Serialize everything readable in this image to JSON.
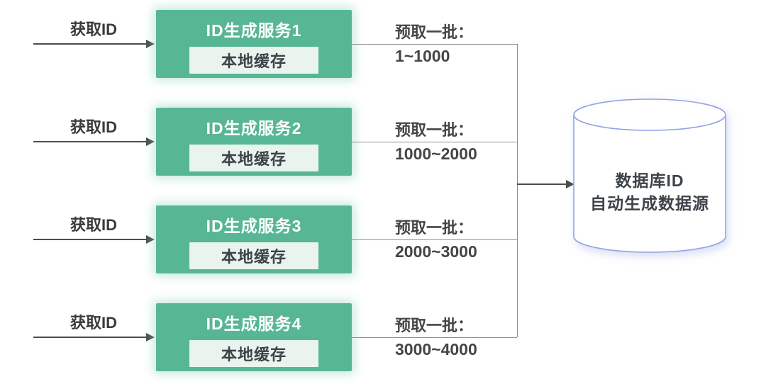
{
  "services": [
    {
      "name": "ID生成服务1",
      "cache_label": "本地缓存",
      "request_label": "获取ID",
      "prefetch_title": "预取一批：",
      "prefetch_range": "1~1000"
    },
    {
      "name": "ID生成服务2",
      "cache_label": "本地缓存",
      "request_label": "获取ID",
      "prefetch_title": "预取一批：",
      "prefetch_range": "1000~2000"
    },
    {
      "name": "ID生成服务3",
      "cache_label": "本地缓存",
      "request_label": "获取ID",
      "prefetch_title": "预取一批：",
      "prefetch_range": "2000~3000"
    },
    {
      "name": "ID生成服务4",
      "cache_label": "本地缓存",
      "request_label": "获取ID",
      "prefetch_title": "预取一批：",
      "prefetch_range": "3000~4000"
    }
  ],
  "database": {
    "title_line1": "数据库ID",
    "title_line2": "自动生成数据源"
  },
  "colors": {
    "service_green": "#57b795",
    "cache_bg": "#e9f4ee",
    "db_border": "#93a3e5",
    "connector_gray": "#8f8f8f",
    "arrow_dark": "#4d4d4d",
    "title_white": "#ffffff",
    "text_dark": "#3d434b"
  }
}
